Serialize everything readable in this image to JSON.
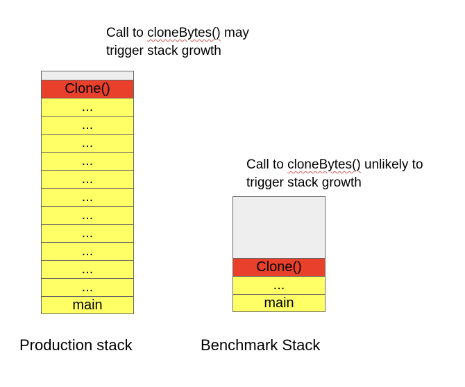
{
  "production": {
    "note_prefix": "Call to ",
    "note_func": "cloneBytes()",
    "note_rest": " may",
    "note_line2": "trigger stack growth",
    "caption": "Production stack",
    "frames": [
      {
        "label": "",
        "kind": "empty"
      },
      {
        "label": "Clone()",
        "kind": "red"
      },
      {
        "label": "...",
        "kind": "yellow"
      },
      {
        "label": "...",
        "kind": "yellow"
      },
      {
        "label": "...",
        "kind": "yellow"
      },
      {
        "label": "...",
        "kind": "yellow"
      },
      {
        "label": "...",
        "kind": "yellow"
      },
      {
        "label": "...",
        "kind": "yellow"
      },
      {
        "label": "...",
        "kind": "yellow"
      },
      {
        "label": "...",
        "kind": "yellow"
      },
      {
        "label": "...",
        "kind": "yellow"
      },
      {
        "label": "...",
        "kind": "yellow"
      },
      {
        "label": "...",
        "kind": "yellow"
      },
      {
        "label": "main",
        "kind": "yellow"
      }
    ]
  },
  "benchmark": {
    "note_prefix": "Call to ",
    "note_func": "cloneBytes()",
    "note_rest": " unlikely to",
    "note_line2": "trigger stack growth",
    "caption": "Benchmark Stack",
    "frames": [
      {
        "label": "",
        "kind": "empty"
      },
      {
        "label": "Clone()",
        "kind": "red"
      },
      {
        "label": "...",
        "kind": "yellow"
      },
      {
        "label": "main",
        "kind": "yellow"
      }
    ]
  },
  "colors": {
    "frame_red": "#e8402b",
    "frame_yellow": "#ffff66",
    "frame_empty": "#eeeeee",
    "border": "#666666",
    "squiggle": "#d9534f"
  }
}
